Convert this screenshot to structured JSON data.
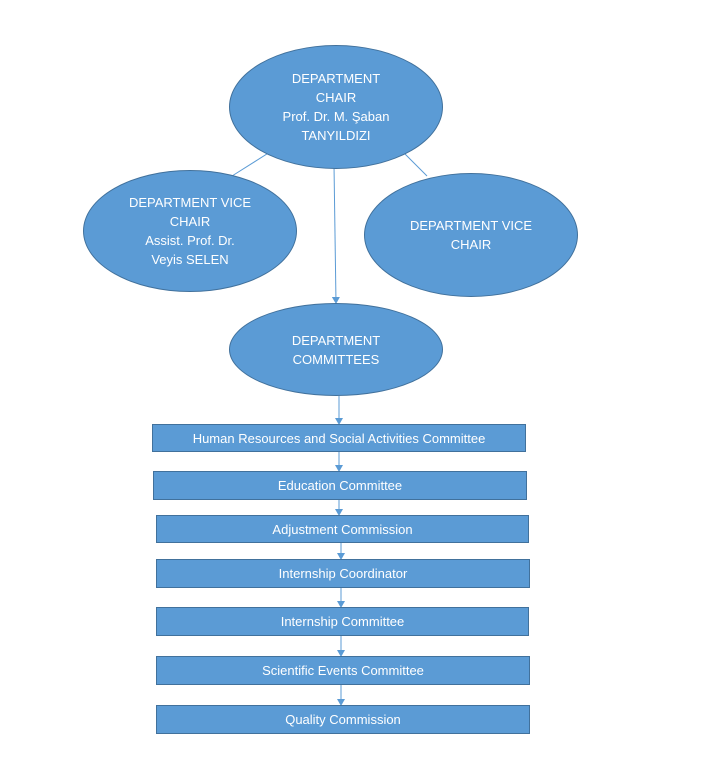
{
  "chair": {
    "lines": [
      "DEPARTMENT",
      "CHAIR",
      "Prof. Dr. M. Şaban",
      "TANYILDIZI"
    ]
  },
  "vice_chair_left": {
    "lines": [
      "DEPARTMENT VICE",
      "CHAIR",
      "Assist. Prof. Dr.",
      "Veyis SELEN"
    ]
  },
  "vice_chair_right": {
    "lines": [
      "DEPARTMENT VICE",
      "CHAIR"
    ]
  },
  "committees_node": {
    "lines": [
      "DEPARTMENT",
      "COMMITTEES"
    ]
  },
  "committees": [
    "Human Resources and Social Activities Committee",
    "Education Committee",
    "Adjustment Commission",
    "Internship Coordinator",
    "Internship Committee",
    "Scientific Events Committee",
    "Quality Commission"
  ],
  "colors": {
    "fill": "#5b9bd5",
    "stroke": "#41719c",
    "connector": "#5b9bd5",
    "text": "#ffffff"
  }
}
